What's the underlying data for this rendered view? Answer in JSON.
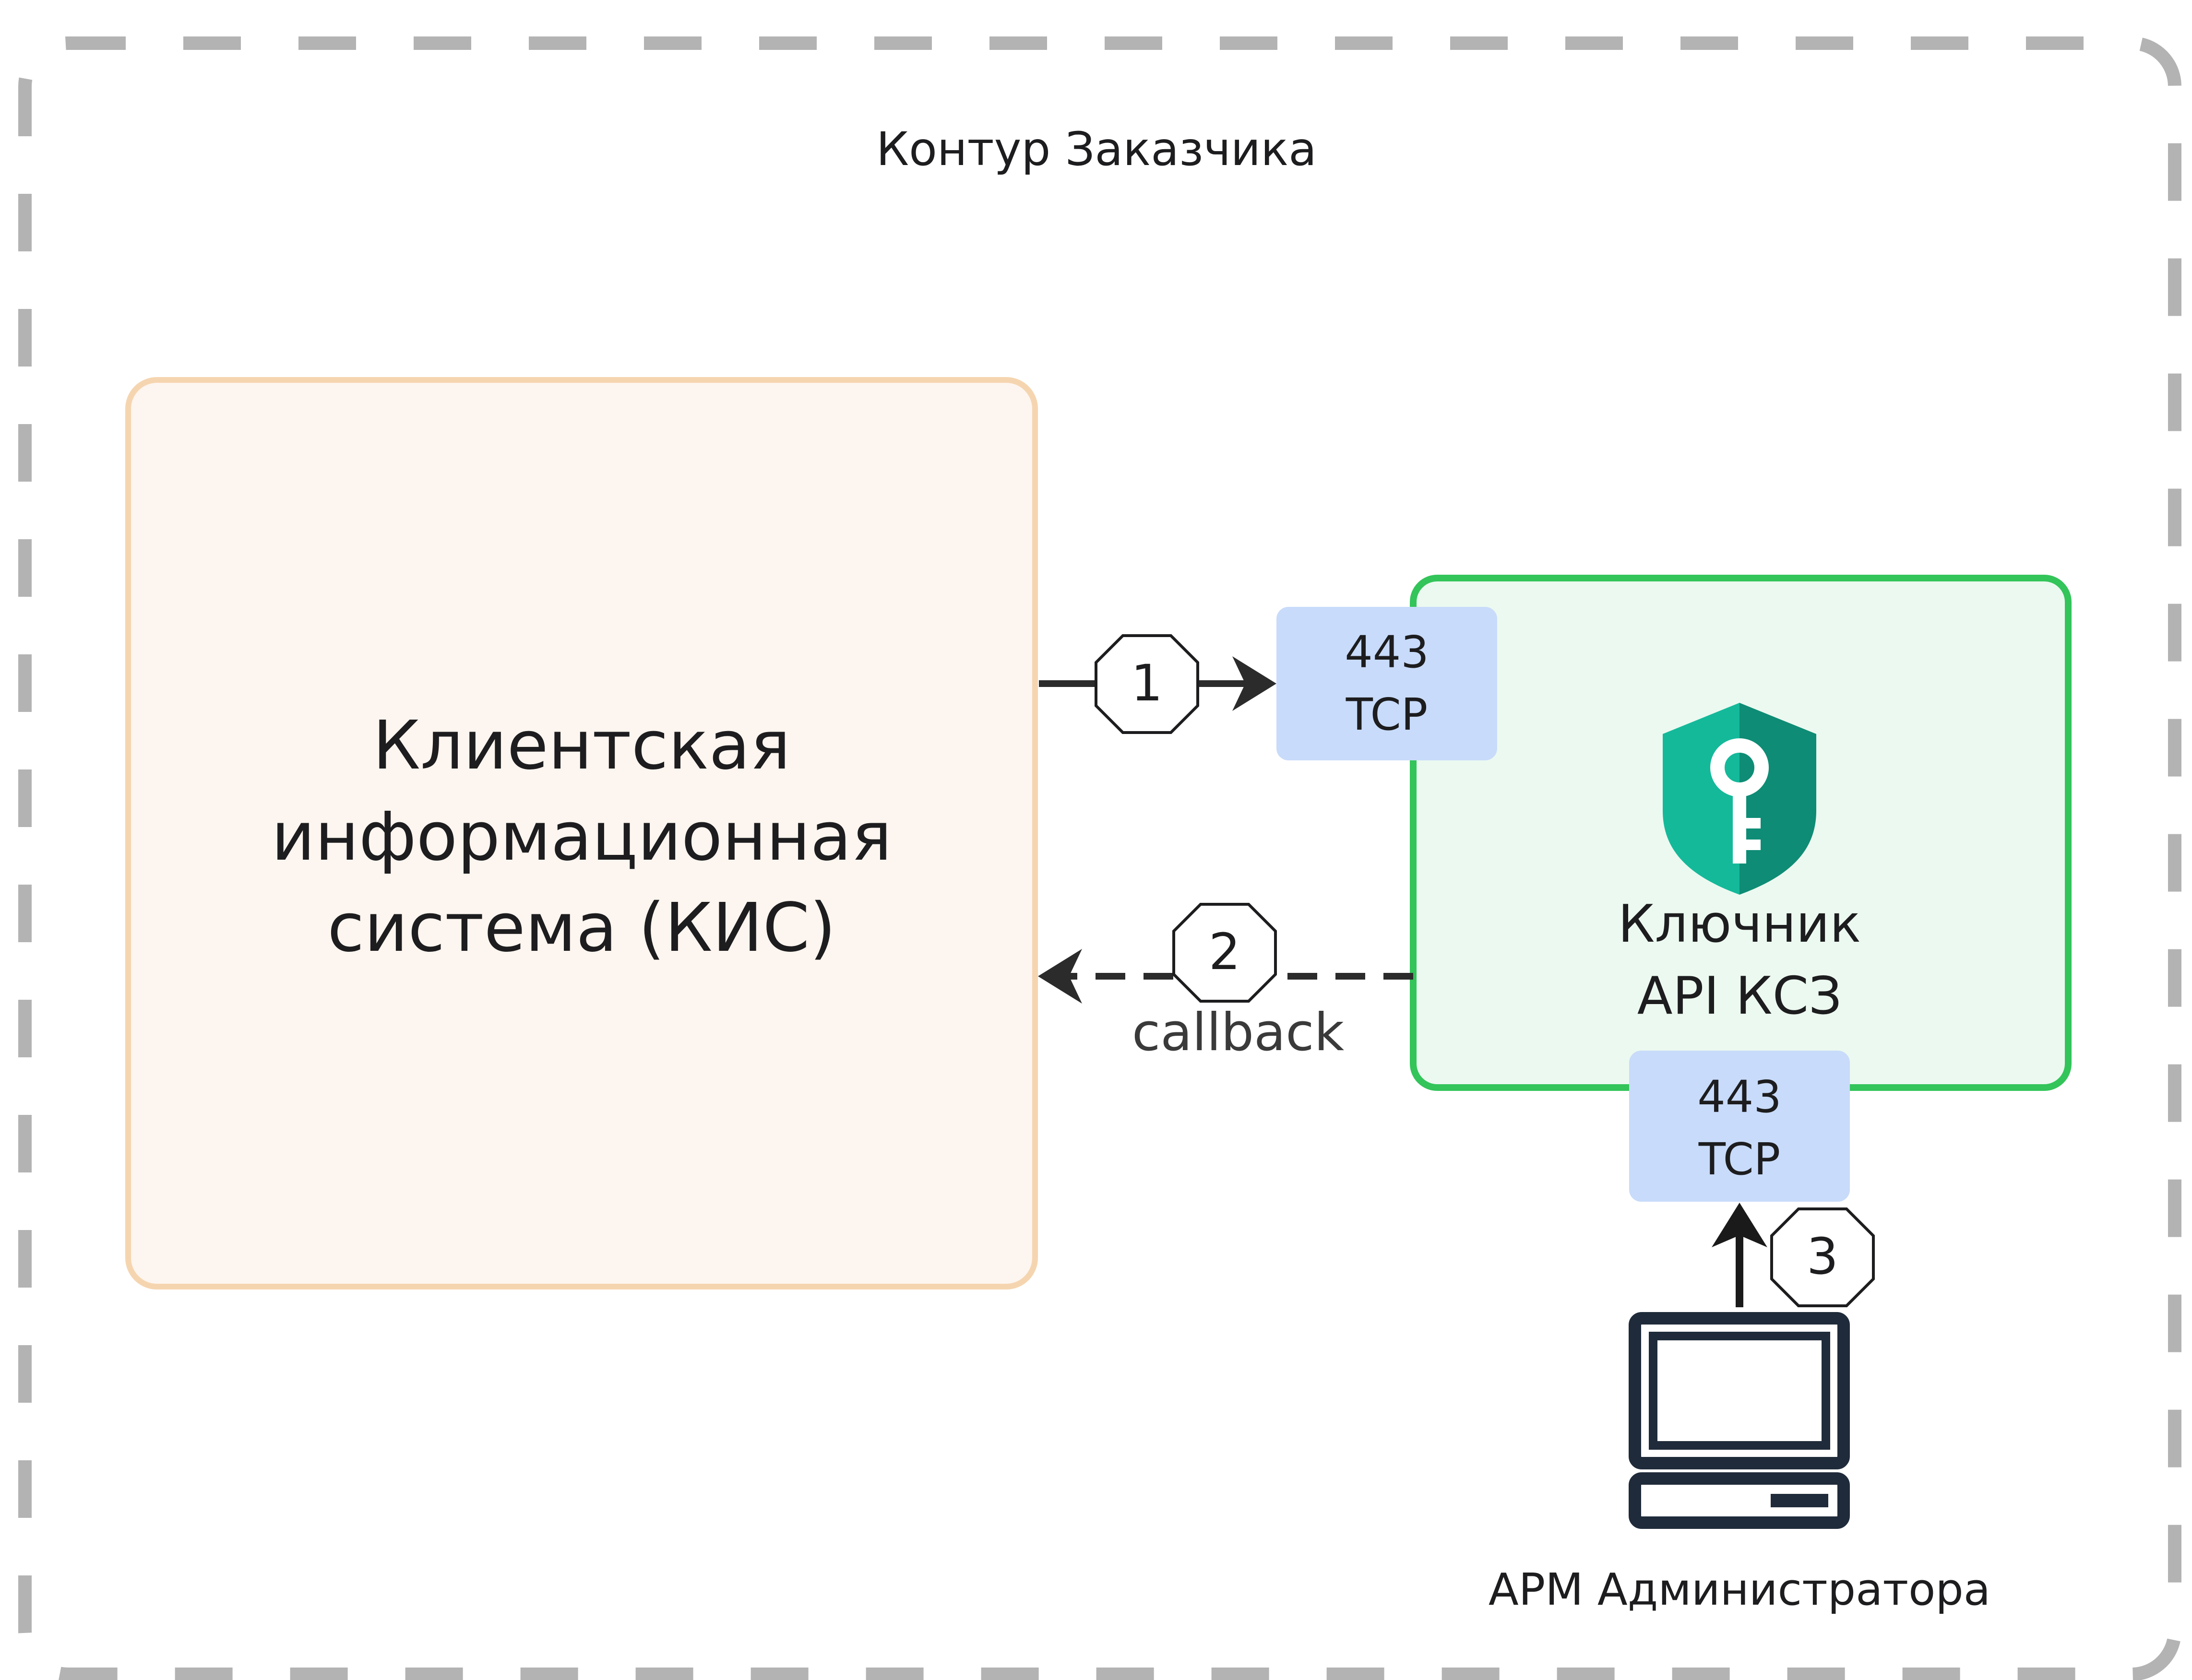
{
  "contour": {
    "title": "Контур Заказчика"
  },
  "kis": {
    "lines": [
      "Клиентская",
      "информационная",
      "система (КИС)"
    ]
  },
  "keeper": {
    "name": "Ключник",
    "subtitle": "API КСЗ",
    "icon": "shield-key-icon"
  },
  "ports": {
    "top": {
      "port": "443",
      "protocol": "TCP"
    },
    "bottom": {
      "port": "443",
      "protocol": "TCP"
    }
  },
  "steps": {
    "one": "1",
    "two": "2",
    "three": "3"
  },
  "callback_label": "callback",
  "workstation": {
    "label": "АРМ Администратора",
    "icon": "computer-icon"
  },
  "colors": {
    "contour_border": "#b3b3b3",
    "kis_fill": "#fdf5ef",
    "kis_border": "#f5d5b0",
    "keeper_fill": "#ecf9f0",
    "keeper_border": "#33c45a",
    "port_fill": "#c8dbfa",
    "shield_left": "#14b99a",
    "shield_right": "#0e8c75",
    "arrow": "#2b2b2b",
    "computer": "#1f2b3a"
  }
}
